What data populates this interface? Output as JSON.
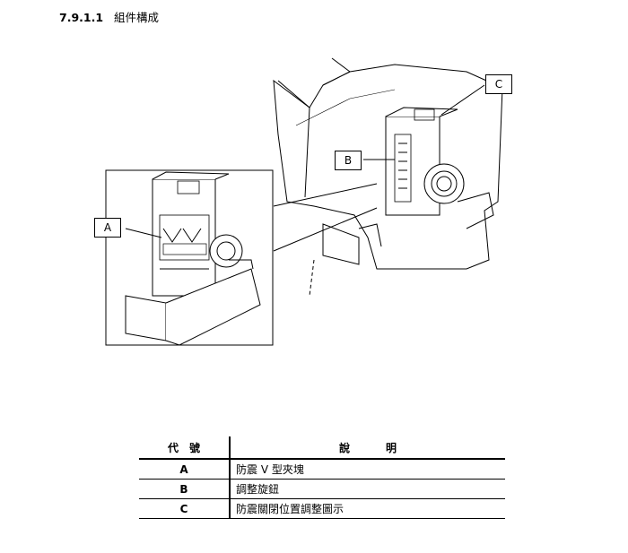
{
  "section": {
    "number": "7.9.1.1",
    "title": "組件構成"
  },
  "figure": {
    "callouts": [
      {
        "id": "A",
        "label": "A"
      },
      {
        "id": "B",
        "label": "B"
      },
      {
        "id": "C",
        "label": "C"
      }
    ]
  },
  "legend": {
    "header_code": "代號",
    "header_desc": "說明",
    "rows": [
      {
        "code": "A",
        "desc": "防震 V 型夾塊"
      },
      {
        "code": "B",
        "desc": "調整旋鈕"
      },
      {
        "code": "C",
        "desc": "防震關閉位置調整圖示"
      }
    ]
  }
}
